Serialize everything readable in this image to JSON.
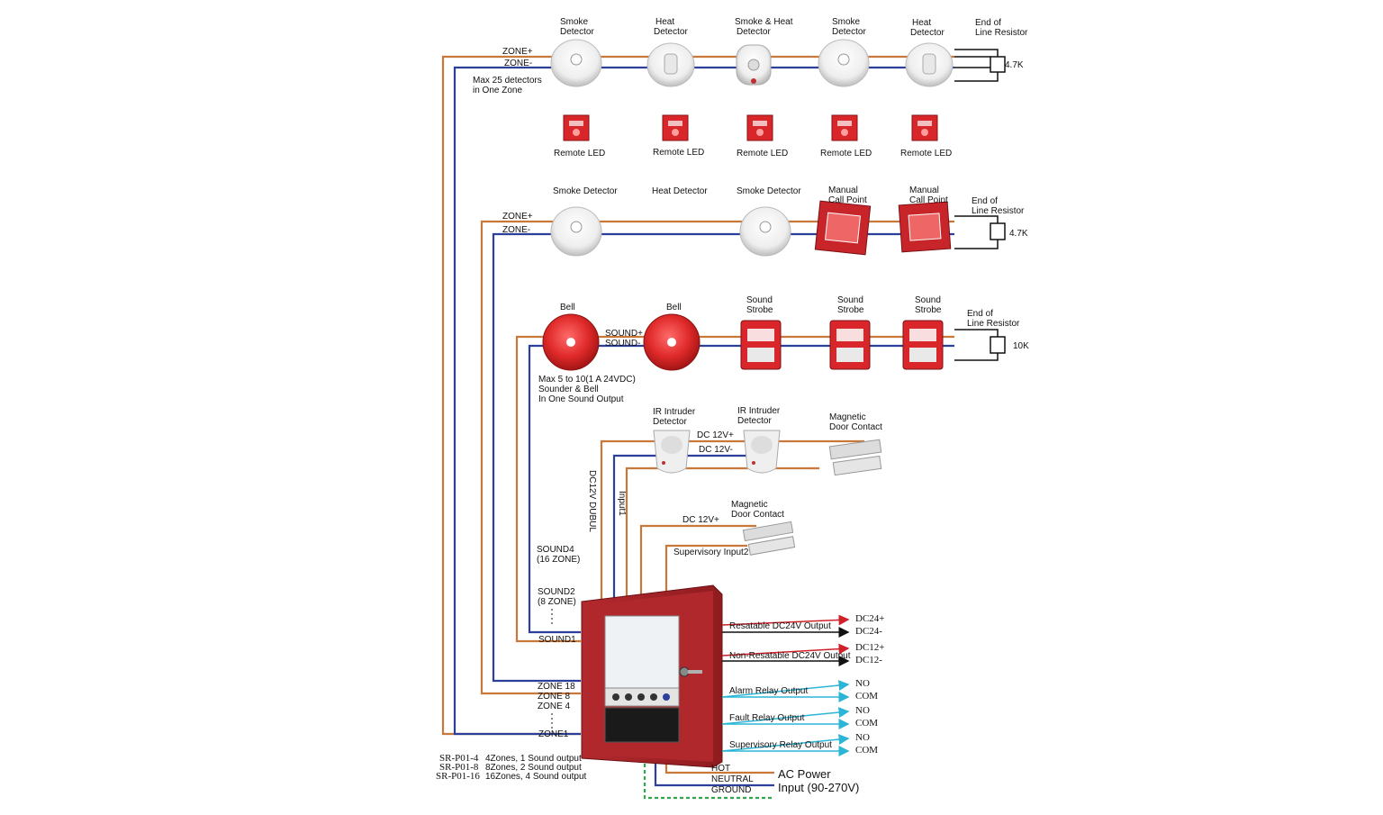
{
  "zone_row_1": {
    "zone_plus": "ZONE+",
    "zone_minus": "ZONE-",
    "note_line1": "Max 25 detectors",
    "note_line2": "in One Zone",
    "devices": [
      {
        "l1": "Smoke",
        "l2": "Detector",
        "icon": "smoke-detector-icon"
      },
      {
        "l1": "Heat",
        "l2": "Detector",
        "icon": "heat-detector-icon"
      },
      {
        "l1": "Smoke & Heat",
        "l2": "Detector",
        "icon": "smoke-heat-detector-icon"
      },
      {
        "l1": "Smoke",
        "l2": "Detector",
        "icon": "smoke-detector-icon"
      },
      {
        "l1": "Heat",
        "l2": "Detector",
        "icon": "heat-detector-icon"
      }
    ],
    "remote_led": "Remote LED",
    "eol_l1": "End of",
    "eol_l2": "Line Resistor",
    "resistor_value": "4.7K"
  },
  "zone_row_2": {
    "zone_plus": "ZONE+",
    "zone_minus": "ZONE-",
    "devices": [
      {
        "l1": "Smoke Detector",
        "l2": ""
      },
      {
        "l1": "Heat Detector",
        "l2": ""
      },
      {
        "l1": "Smoke Detector",
        "l2": ""
      },
      {
        "l1": "Manual",
        "l2": "Call Point"
      },
      {
        "l1": "Manual",
        "l2": "Call Point"
      }
    ],
    "eol_l1": "End of",
    "eol_l2": "Line Resistor",
    "resistor_value": "4.7K"
  },
  "sound_row": {
    "bell_1": "Bell",
    "bell_2": "Bell",
    "sound_plus": "SOUND+",
    "sound_minus": "SOUND-",
    "strobe_l1": "Sound",
    "strobe_l2": "Strobe",
    "note_line1": "Max 5 to 10(1 A 24VDC)",
    "note_line2": "Sounder & Bell",
    "note_line3": "In One Sound Output",
    "eol_l1": "End of",
    "eol_l2": "Line Resistor",
    "resistor_value": "10K"
  },
  "intruder_row": {
    "ir_l1": "IR Intruder",
    "ir_l2": "Detector",
    "dc_plus": "DC 12V+",
    "dc_minus": "DC 12V-",
    "mag_l1": "Magnetic",
    "mag_l2": "Door Contact",
    "dc12v_dubul": "DC12V DUBUL",
    "input1": "Input1"
  },
  "supervisory": {
    "dc_plus": "DC 12V+",
    "mag_l1": "Magnetic",
    "mag_l2": "Door Contact",
    "input2": "Supervisory Input2"
  },
  "panel_labels": {
    "sound4_l1": "SOUND4",
    "sound4_l2": "(16 ZONE)",
    "sound2_l1": "SOUND2",
    "sound2_l2": "(8 ZONE)",
    "sound1": "SOUND1",
    "zone18": "ZONE 18",
    "zone8": "ZONE 8",
    "zone4": "ZONE 4",
    "zone1": "ZONE1"
  },
  "outputs": {
    "resettable": "Resatable DC24V Output",
    "dc24_plus": "DC24+",
    "dc24_minus": "DC24-",
    "non_resettable": "Non-Resatable DC24V Output",
    "dc12_plus": "DC12+",
    "dc12_minus": "DC12-",
    "alarm_relay": "Alarm Relay Output",
    "fault_relay": "Fault Relay Output",
    "supervisory_relay": "Supervisory Relay Output",
    "no": "NO",
    "com": "COM"
  },
  "power": {
    "hot": "HOT",
    "neutral": "NEUTRAL",
    "ground": "GROUND",
    "title_l1": "AC Power",
    "title_l2": "Input (90-270V)"
  },
  "models": [
    {
      "code": "SR-P01-4",
      "desc": "4Zones, 1 Sound output"
    },
    {
      "code": "SR-P01-8",
      "desc": "8Zones, 2 Sound output"
    },
    {
      "code": "SR-P01-16",
      "desc": "16Zones, 4 Sound output"
    }
  ],
  "colors": {
    "wire_orange": "#c8783a",
    "wire_blue": "#2b3f9b",
    "wire_cyan": "#2bb5d6",
    "wire_green": "#2ea84a",
    "panel_red": "#a9262a",
    "device_red": "#d8262a"
  }
}
